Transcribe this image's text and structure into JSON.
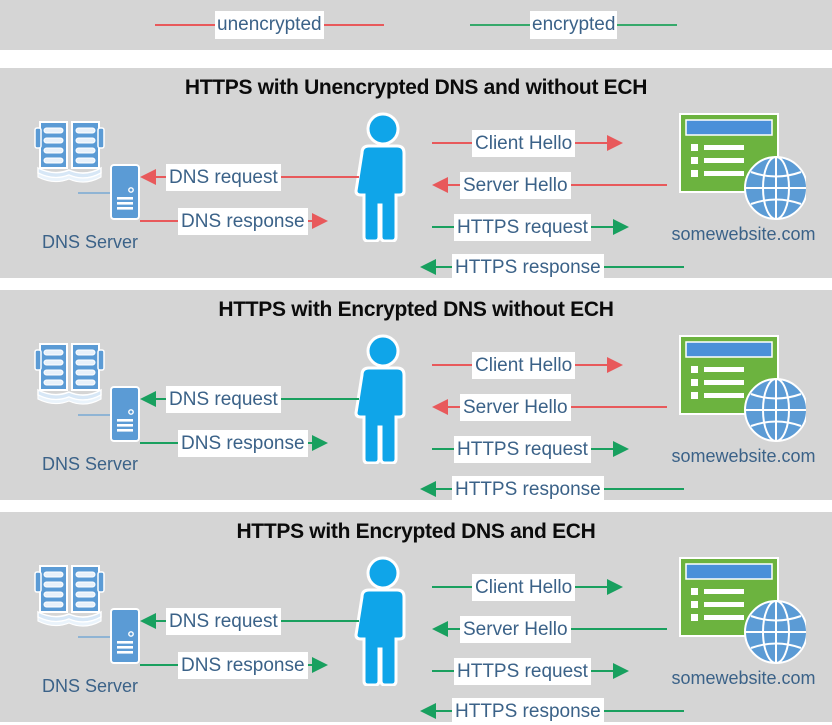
{
  "legend": {
    "items": [
      {
        "label": "unencrypted",
        "color": "#e8595b",
        "kind": "red"
      },
      {
        "label": "encrypted",
        "color": "#36a96b",
        "kind": "green"
      }
    ]
  },
  "colors": {
    "panel_background": "#d5d5d5",
    "page_background": "#ffffff",
    "unencrypted": "#e8595b",
    "encrypted": "#1aa05f",
    "label_text": "#3b6288",
    "title_text": "#0b0b0b",
    "person_blue": "#0fa5e9",
    "site_green": "#6cb33f",
    "site_titlebar_blue": "#4a90d9",
    "globe_blue": "#5b9bd5",
    "book_blue": "#5b9bd5"
  },
  "nodes": {
    "dns_server_label": "DNS Server",
    "website_label": "somewebsite.com",
    "user_icon_name": "person-icon"
  },
  "panels": [
    {
      "id": "panel-1",
      "title": "HTTPS with Unencrypted DNS and without ECH",
      "dns_flows": [
        {
          "label": "DNS request",
          "direction": "left",
          "encrypted": false
        },
        {
          "label": "DNS response",
          "direction": "right",
          "encrypted": false
        }
      ],
      "web_flows": [
        {
          "label": "Client Hello",
          "direction": "right",
          "encrypted": false
        },
        {
          "label": "Server Hello",
          "direction": "left",
          "encrypted": false
        },
        {
          "label": "HTTPS request",
          "direction": "right",
          "encrypted": true
        },
        {
          "label": "HTTPS response",
          "direction": "left",
          "encrypted": true
        }
      ]
    },
    {
      "id": "panel-2",
      "title": "HTTPS with Encrypted DNS without ECH",
      "dns_flows": [
        {
          "label": "DNS request",
          "direction": "left",
          "encrypted": true
        },
        {
          "label": "DNS response",
          "direction": "right",
          "encrypted": true
        }
      ],
      "web_flows": [
        {
          "label": "Client Hello",
          "direction": "right",
          "encrypted": false
        },
        {
          "label": "Server Hello",
          "direction": "left",
          "encrypted": false
        },
        {
          "label": "HTTPS request",
          "direction": "right",
          "encrypted": true
        },
        {
          "label": "HTTPS response",
          "direction": "left",
          "encrypted": true
        }
      ]
    },
    {
      "id": "panel-3",
      "title": "HTTPS with Encrypted DNS and ECH",
      "dns_flows": [
        {
          "label": "DNS request",
          "direction": "left",
          "encrypted": true
        },
        {
          "label": "DNS response",
          "direction": "right",
          "encrypted": true
        }
      ],
      "web_flows": [
        {
          "label": "Client Hello",
          "direction": "right",
          "encrypted": true
        },
        {
          "label": "Server Hello",
          "direction": "left",
          "encrypted": true
        },
        {
          "label": "HTTPS request",
          "direction": "right",
          "encrypted": true
        },
        {
          "label": "HTTPS response",
          "direction": "left",
          "encrypted": true
        }
      ]
    }
  ]
}
